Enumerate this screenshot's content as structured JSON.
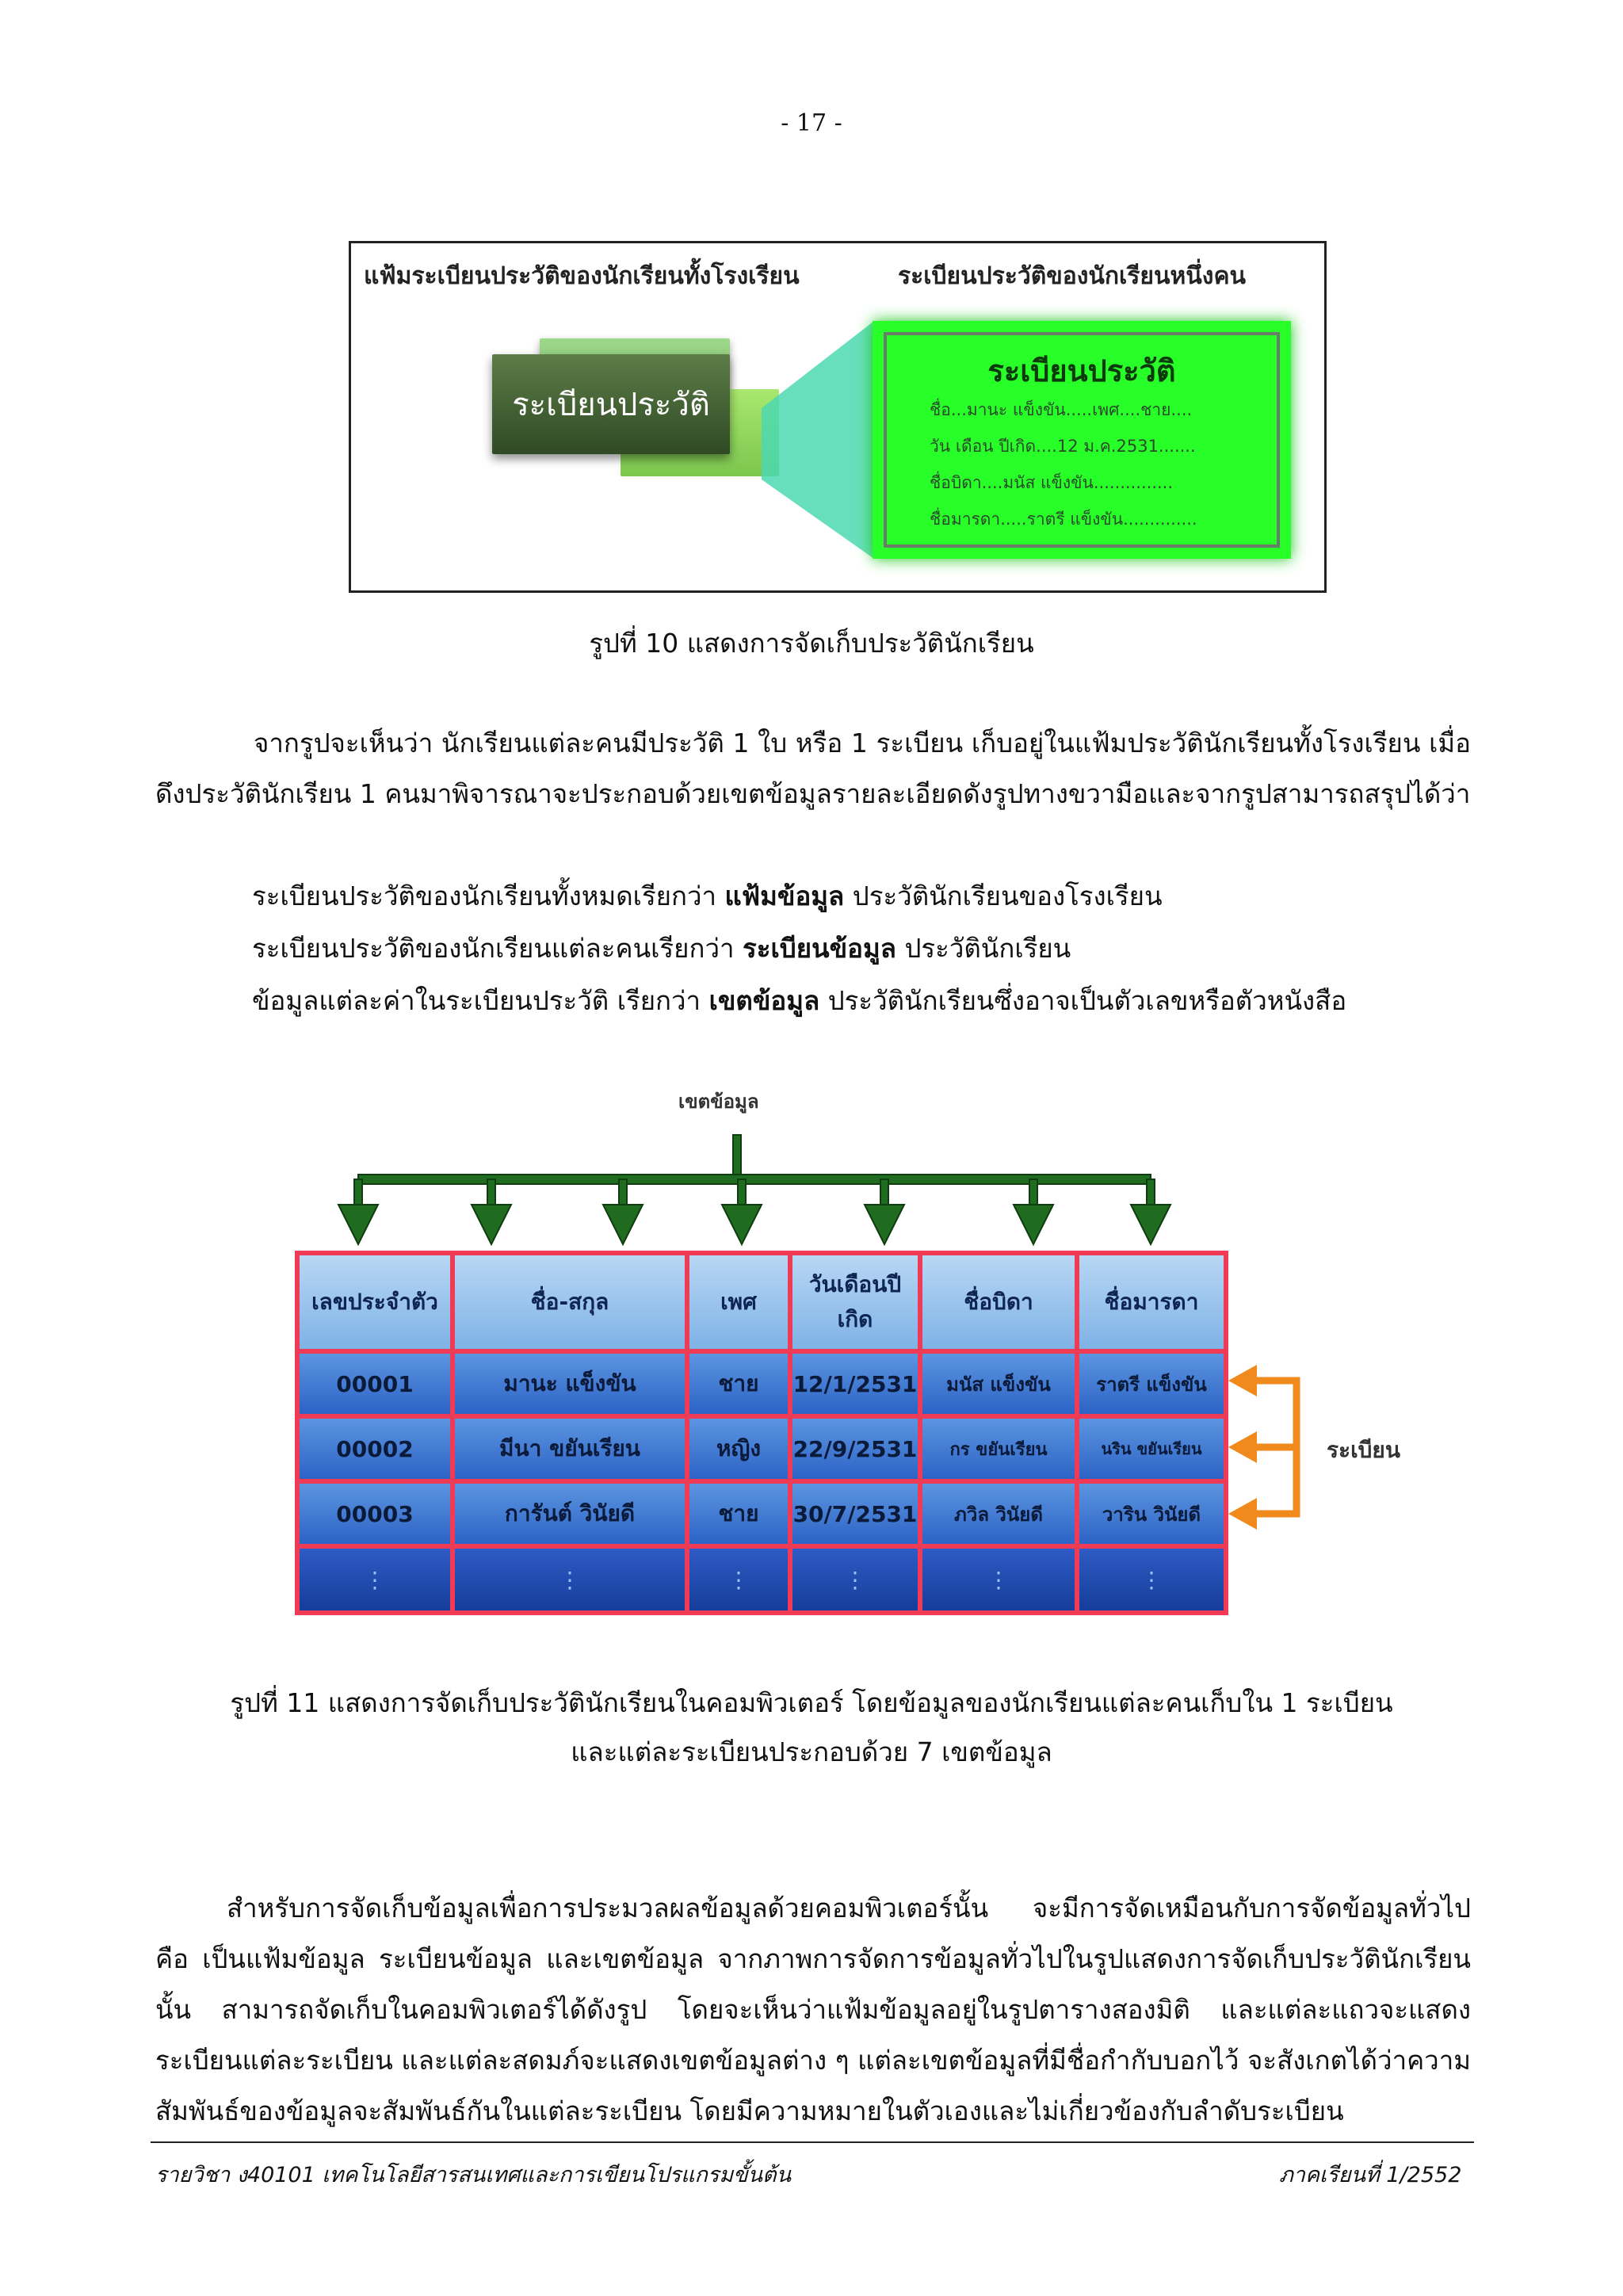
{
  "page_number": "- 17 -",
  "figure10": {
    "left_heading": "แฟ้มระเบียนประวัติของนักเรียนทั้งโรงเรียน",
    "right_heading": "ระเบียนประวัติของนักเรียนหนึ่งคน",
    "card_label": "ระเบียนประวัติ",
    "record_title": "ระเบียนประวัติ",
    "record_lines": [
      "ชื่อ...มานะ แข็งขัน.....เพศ....ชาย....",
      "วัน เดือน ปีเกิด....12 ม.ค.2531.......",
      "ชื่อบิดา....มนัส แข็งขัน...............",
      "ชื่อมารดา.....ราตรี แข็งขัน.............."
    ],
    "caption": "รูปที่ 10  แสดงการจัดเก็บประวัตินักเรียน"
  },
  "paragraph1": "จากรูปจะเห็นว่า นักเรียนแต่ละคนมีประวัติ 1 ใบ หรือ 1 ระเบียน เก็บอยู่ในแฟ้มประวัตินักเรียนทั้งโรงเรียน เมื่อดึงประวัตินักเรียน 1 คนมาพิจารณาจะประกอบด้วยเขตข้อมูลรายละเอียดดังรูปทางขวามือและจากรูปสามารถสรุปได้ว่า",
  "definitions": [
    {
      "before": "ระเบียนประวัติของนักเรียนทั้งหมดเรียกว่า ",
      "term": "แฟ้มข้อมูล",
      "after": " ประวัตินักเรียนของโรงเรียน"
    },
    {
      "before": "ระเบียนประวัติของนักเรียนแต่ละคนเรียกว่า ",
      "term": "ระเบียนข้อมูล",
      "after": " ประวัตินักเรียน"
    },
    {
      "before": "ข้อมูลแต่ละค่าในระเบียนประวัติ เรียกว่า ",
      "term": "เขตข้อมูล",
      "after": " ประวัตินักเรียนซึ่งอาจเป็นตัวเลขหรือตัวหนังสือ"
    }
  ],
  "figure11": {
    "field_label": "เขตข้อมูล",
    "record_label": "ระเบียน",
    "headers": [
      "เลขประจำตัว",
      "ชื่อ-สกุล",
      "เพศ",
      "วันเดือนปี เกิด",
      "ชื่อบิดา",
      "ชื่อมารดา"
    ],
    "rows": [
      [
        "00001",
        "มานะ   แข็งขัน",
        "ชาย",
        "12/1/2531",
        "มนัส  แข็งขัน",
        "ราตรี  แข็งขัน"
      ],
      [
        "00002",
        "มีนา   ขยันเรียน",
        "หญิง",
        "22/9/2531",
        "กร  ขยันเรียน",
        "นริน  ขยันเรียน"
      ],
      [
        "00003",
        "การันต์  วินัยดี",
        "ชาย",
        "30/7/2531",
        "ภวิล  วินัยดี",
        "วาริน  วินัยดี"
      ]
    ],
    "ellipsis": "⋮",
    "caption_line1": "รูปที่ 11  แสดงการจัดเก็บประวัตินักเรียนในคอมพิวเตอร์ โดยข้อมูลของนักเรียนแต่ละคนเก็บใน 1 ระเบียน",
    "caption_line2": "และแต่ละระเบียนประกอบด้วย 7 เขตข้อมูล"
  },
  "paragraph2": "สำหรับการจัดเก็บข้อมูลเพื่อการประมวลผลข้อมูลด้วยคอมพิวเตอร์นั้น จะมีการจัดเหมือนกับการจัดข้อมูลทั่วไป คือ เป็นแฟ้มข้อมูล ระเบียนข้อมูล และเขตข้อมูล จากภาพการจัดการข้อมูลทั่วไปในรูปแสดงการจัดเก็บประวัตินักเรียนนั้น สามารถจัดเก็บในคอมพิวเตอร์ได้ดังรูป โดยจะเห็นว่าแฟ้มข้อมูลอยู่ในรูปตารางสองมิติ และแต่ละแถวจะแสดงระเบียนแต่ละระเบียน และแต่ละสดมภ์จะแสดงเขตข้อมูลต่าง ๆ แต่ละเขตข้อมูลที่มีชื่อกำกับบอกไว้ จะสังเกตได้ว่าความสัมพันธ์ของข้อมูลจะสัมพันธ์กันในแต่ละระเบียน โดยมีความหมายในตัวเองและไม่เกี่ยวข้องกับลำดับระเบียน",
  "footer": {
    "left": "รายวิชา ง40101 เทคโนโลยีสารสนเทศและการเขียนโปรแกรมขั้นต้น",
    "right": "ภาคเรียนที่ 1/2552"
  }
}
